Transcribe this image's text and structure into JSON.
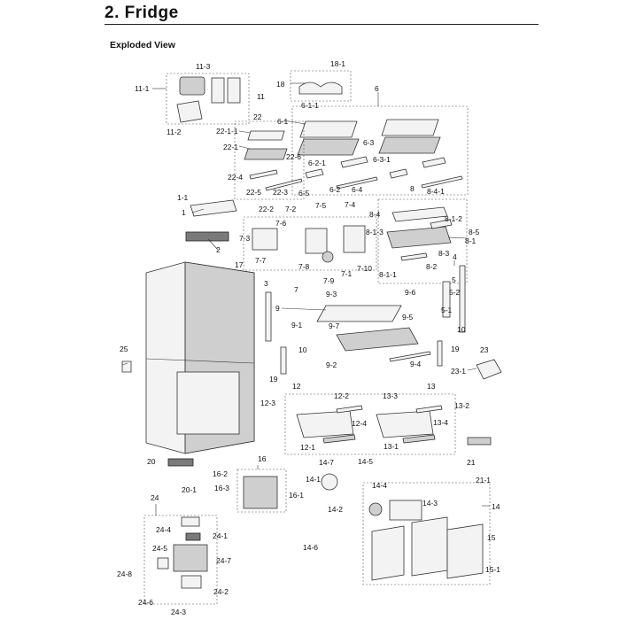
{
  "header": {
    "title": "2.  Fridge",
    "subtitle": "Exploded View"
  },
  "callouts": [
    "18-1",
    "18",
    "6",
    "11-3",
    "11-1",
    "11",
    "6-1-1",
    "6-1",
    "11-2",
    "22",
    "22-1-1",
    "6-3",
    "22-1",
    "22-6",
    "6-2-1",
    "6-3-1",
    "22-4",
    "22-5",
    "22-3",
    "6-5",
    "6-2",
    "6-4",
    "8",
    "8-4-1",
    "1-1",
    "1",
    "22-2",
    "7-2",
    "7-5",
    "7-4",
    "7-6",
    "8-4",
    "8-1-2",
    "8-1-3",
    "8-5",
    "7-3",
    "8-1",
    "2",
    "7-7",
    "7-8",
    "7-10",
    "8-3",
    "8-2",
    "17",
    "7-9",
    "7-1",
    "8-1-1",
    "4",
    "3",
    "7",
    "5",
    "9-3",
    "9-6",
    "5-2",
    "9",
    "9-5",
    "5-1",
    "9-1",
    "9-7",
    "10",
    "10",
    "25",
    "19",
    "23",
    "9-2",
    "9-4",
    "23-1",
    "19",
    "12",
    "13",
    "12-2",
    "13-3",
    "12-3",
    "13-2",
    "12-4",
    "13-4",
    "12-1",
    "13-1",
    "16",
    "14-7",
    "14-5",
    "20",
    "21",
    "16-2",
    "14-1",
    "14-4",
    "21-1",
    "16-3",
    "16-1",
    "20-1",
    "14-2",
    "14-3",
    "14",
    "24",
    "24-4",
    "24-1",
    "15",
    "24-5",
    "24-7",
    "14-6",
    "15-1",
    "24-8",
    "24-2",
    "24-6",
    "24-3"
  ]
}
